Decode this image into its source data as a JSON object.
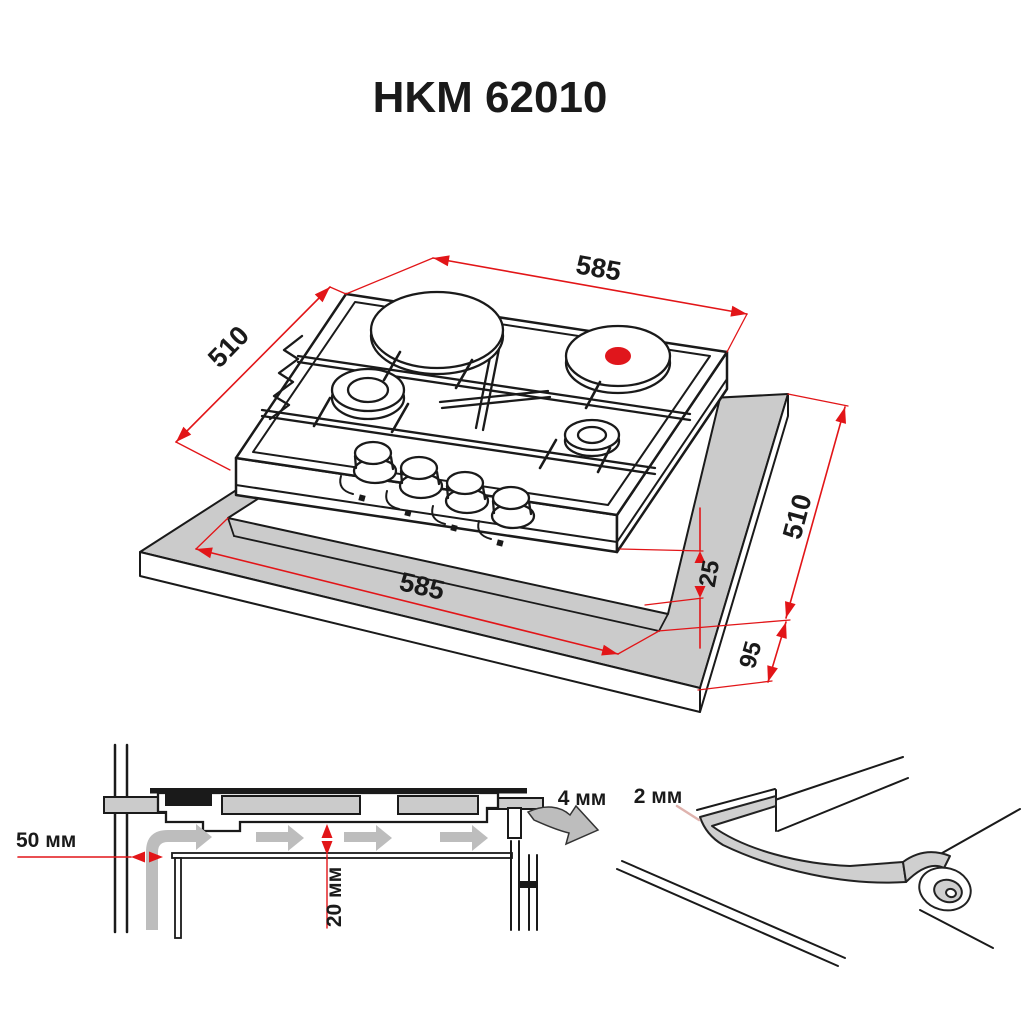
{
  "title": "HKM 62010",
  "colors": {
    "dimension_red": "#e21518",
    "drawing_line": "#1a1a1a",
    "surface_gray": "#cbcbcb",
    "arrow_gray": "#bdbdbd",
    "leader_pink": "#dfb3ae"
  },
  "isometric_view": {
    "hob_width_top": "585",
    "hob_depth_left": "510",
    "worktop_depth_right": "510",
    "cutout_width_bottom": "585",
    "edge_gap": "25",
    "front_margin": "95"
  },
  "installation_view": {
    "wall_clearance": "50 мм",
    "bottom_clearance": "20 мм",
    "rear_gap": "4 мм"
  },
  "seal_view": {
    "seal_thickness": "2 мм"
  }
}
